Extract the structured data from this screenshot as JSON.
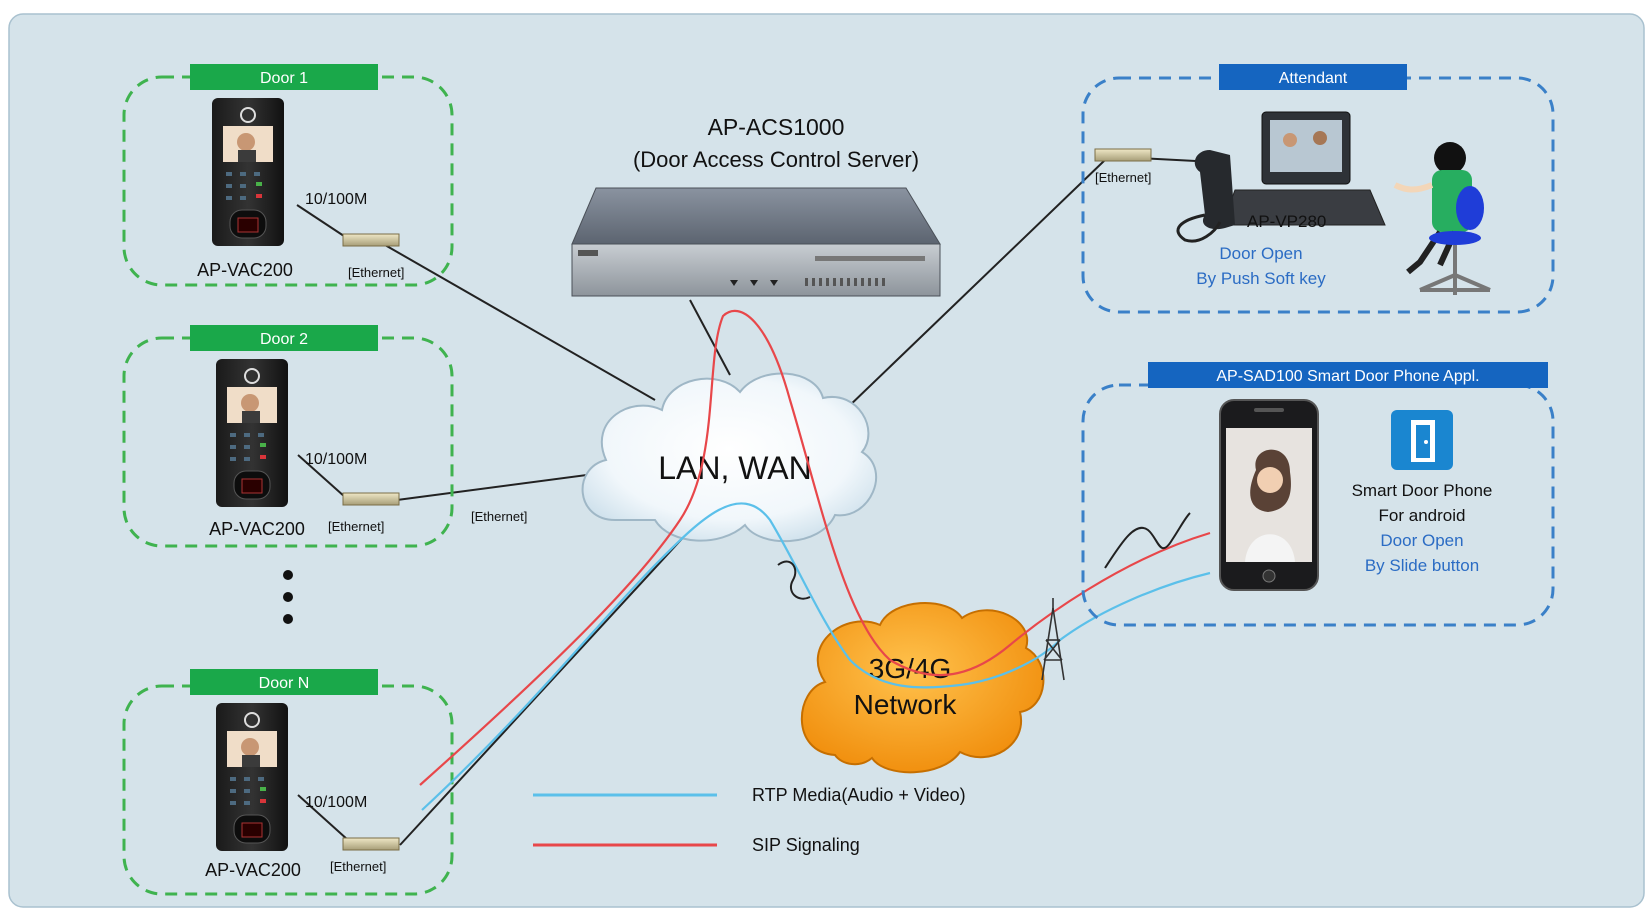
{
  "server": {
    "name": "AP-ACS1000",
    "description": "(Door Access Control Server)"
  },
  "doors": [
    {
      "title": "Door 1",
      "device": "AP-VAC200",
      "speed": "10/100M",
      "ethernet": "[Ethernet]"
    },
    {
      "title": "Door 2",
      "device": "AP-VAC200",
      "speed": "10/100M",
      "ethernet": "[Ethernet]"
    },
    {
      "title": "Door N",
      "device": "AP-VAC200",
      "speed": "10/100M",
      "ethernet": "[Ethernet]"
    }
  ],
  "lan_ethernet_label": "[Ethernet]",
  "attendant": {
    "title": "Attendant",
    "ethernet": "[Ethernet]",
    "device": "AP-VP280",
    "action_line1": "Door Open",
    "action_line2": "By Push Soft key"
  },
  "app": {
    "title": "AP-SAD100 Smart Door Phone Appl.",
    "line1": "Smart Door Phone",
    "line2": "For android",
    "action_line1": "Door Open",
    "action_line2": "By Slide button"
  },
  "lan_cloud": "LAN, WAN",
  "mobile_cloud_line1": "3G/4G",
  "mobile_cloud_line2": "Network",
  "legend": [
    {
      "label": "RTP Media(Audio + Video)",
      "color": "#5bc0ea"
    },
    {
      "label": "SIP Signaling",
      "color": "#e8474a"
    }
  ],
  "colors": {
    "background": "#d5e3ea",
    "door_header": "#1aa84a",
    "door_border": "#3fb34f",
    "blue_header": "#1565c0",
    "blue_border": "#3a80c8",
    "action_text": "#2b6cc4",
    "cloud_orange": "#f7a11a"
  }
}
